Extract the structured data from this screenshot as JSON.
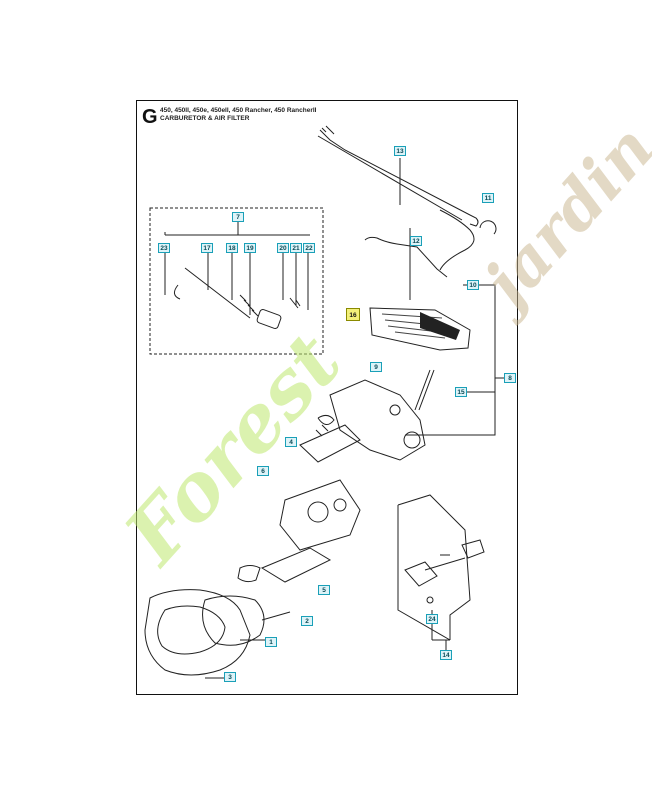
{
  "header": {
    "section_letter": "G",
    "models": "450, 450II, 450e, 450eII, 450 Rancher, 450 RancherII",
    "subtitle": "CARBURETOR & AIR FILTER"
  },
  "callouts": [
    {
      "label": "7"
    },
    {
      "label": "23"
    },
    {
      "label": "17"
    },
    {
      "label": "18"
    },
    {
      "label": "19"
    },
    {
      "label": "20"
    },
    {
      "label": "21"
    },
    {
      "label": "22"
    },
    {
      "label": "13"
    },
    {
      "label": "11"
    },
    {
      "label": "12"
    },
    {
      "label": "10"
    },
    {
      "label": "16"
    },
    {
      "label": "9"
    },
    {
      "label": "8"
    },
    {
      "label": "15"
    },
    {
      "label": "4"
    },
    {
      "label": "6"
    },
    {
      "label": "5"
    },
    {
      "label": "2"
    },
    {
      "label": "1"
    },
    {
      "label": "3"
    },
    {
      "label": "24"
    },
    {
      "label": "14"
    }
  ],
  "watermark": {
    "left_text": "Forest",
    "right_text": "jardin.com"
  }
}
